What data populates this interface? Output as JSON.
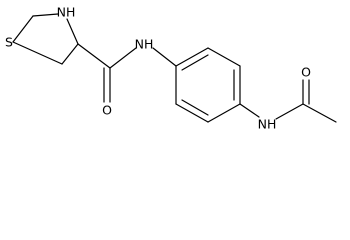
{
  "structure": {
    "atom_labels": {
      "ring_sulfur": "S",
      "ring_nitrogen_h": "NH",
      "amide_nitrogen_h": "NH",
      "amide_oxygen": "O",
      "acetamide_nitrogen_h": "NH",
      "acetyl_oxygen": "O"
    }
  },
  "colors": {
    "bond": "#000000",
    "label": "#000000",
    "background": "#ffffff"
  }
}
